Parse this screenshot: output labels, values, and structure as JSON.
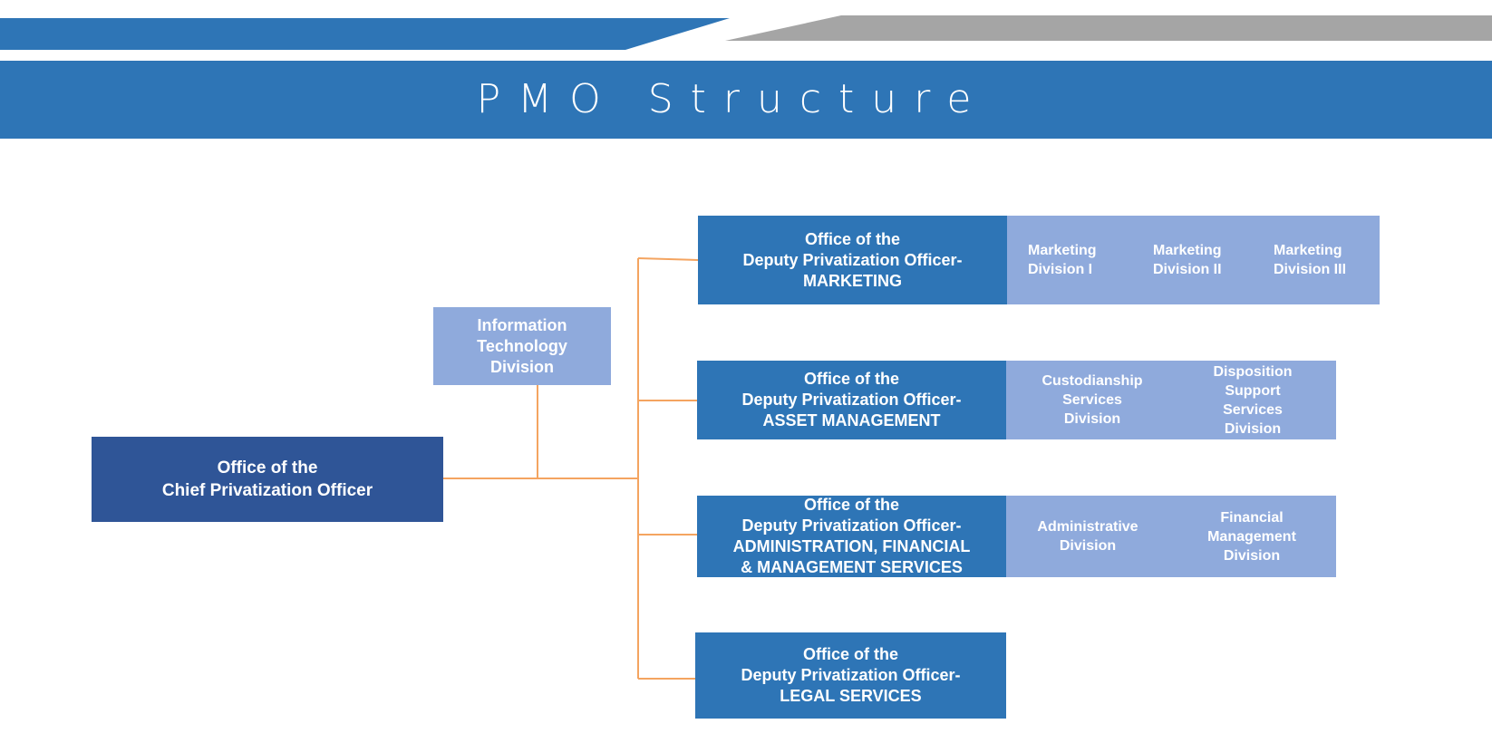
{
  "header": {
    "title": "PMO Structure"
  },
  "colors": {
    "primary_blue": "#2e75b6",
    "dark_blue": "#2f5597",
    "light_blue": "#8faadc",
    "gray": "#a5a5a5",
    "connector": "#f4a460"
  },
  "chief": {
    "lines": [
      "Office of the",
      "Chief Privatization Officer"
    ]
  },
  "it_division": {
    "lines": [
      "Information",
      "Technology",
      "Division"
    ]
  },
  "offices": [
    {
      "lines": [
        "Office of the",
        "Deputy Privatization Officer-",
        "MARKETING"
      ],
      "divisions": [
        {
          "lines": [
            "Marketing",
            "Division I"
          ]
        },
        {
          "lines": [
            "Marketing",
            "Division II"
          ]
        },
        {
          "lines": [
            "Marketing",
            "Division III"
          ]
        }
      ]
    },
    {
      "lines": [
        "Office of the",
        "Deputy Privatization Officer-",
        "ASSET MANAGEMENT"
      ],
      "divisions": [
        {
          "lines": [
            "Custodianship",
            "Services",
            "Division"
          ]
        },
        {
          "lines": [
            "Disposition",
            "Support",
            "Services",
            "Division"
          ]
        }
      ]
    },
    {
      "lines": [
        "Office of the",
        "Deputy Privatization Officer-",
        "ADMINISTRATION, FINANCIAL",
        "& MANAGEMENT SERVICES"
      ],
      "divisions": [
        {
          "lines": [
            "Administrative",
            "Division"
          ]
        },
        {
          "lines": [
            "Financial",
            "Management",
            "Division"
          ]
        }
      ]
    },
    {
      "lines": [
        "Office of the",
        "Deputy Privatization Officer-",
        "LEGAL SERVICES"
      ],
      "divisions": []
    }
  ]
}
